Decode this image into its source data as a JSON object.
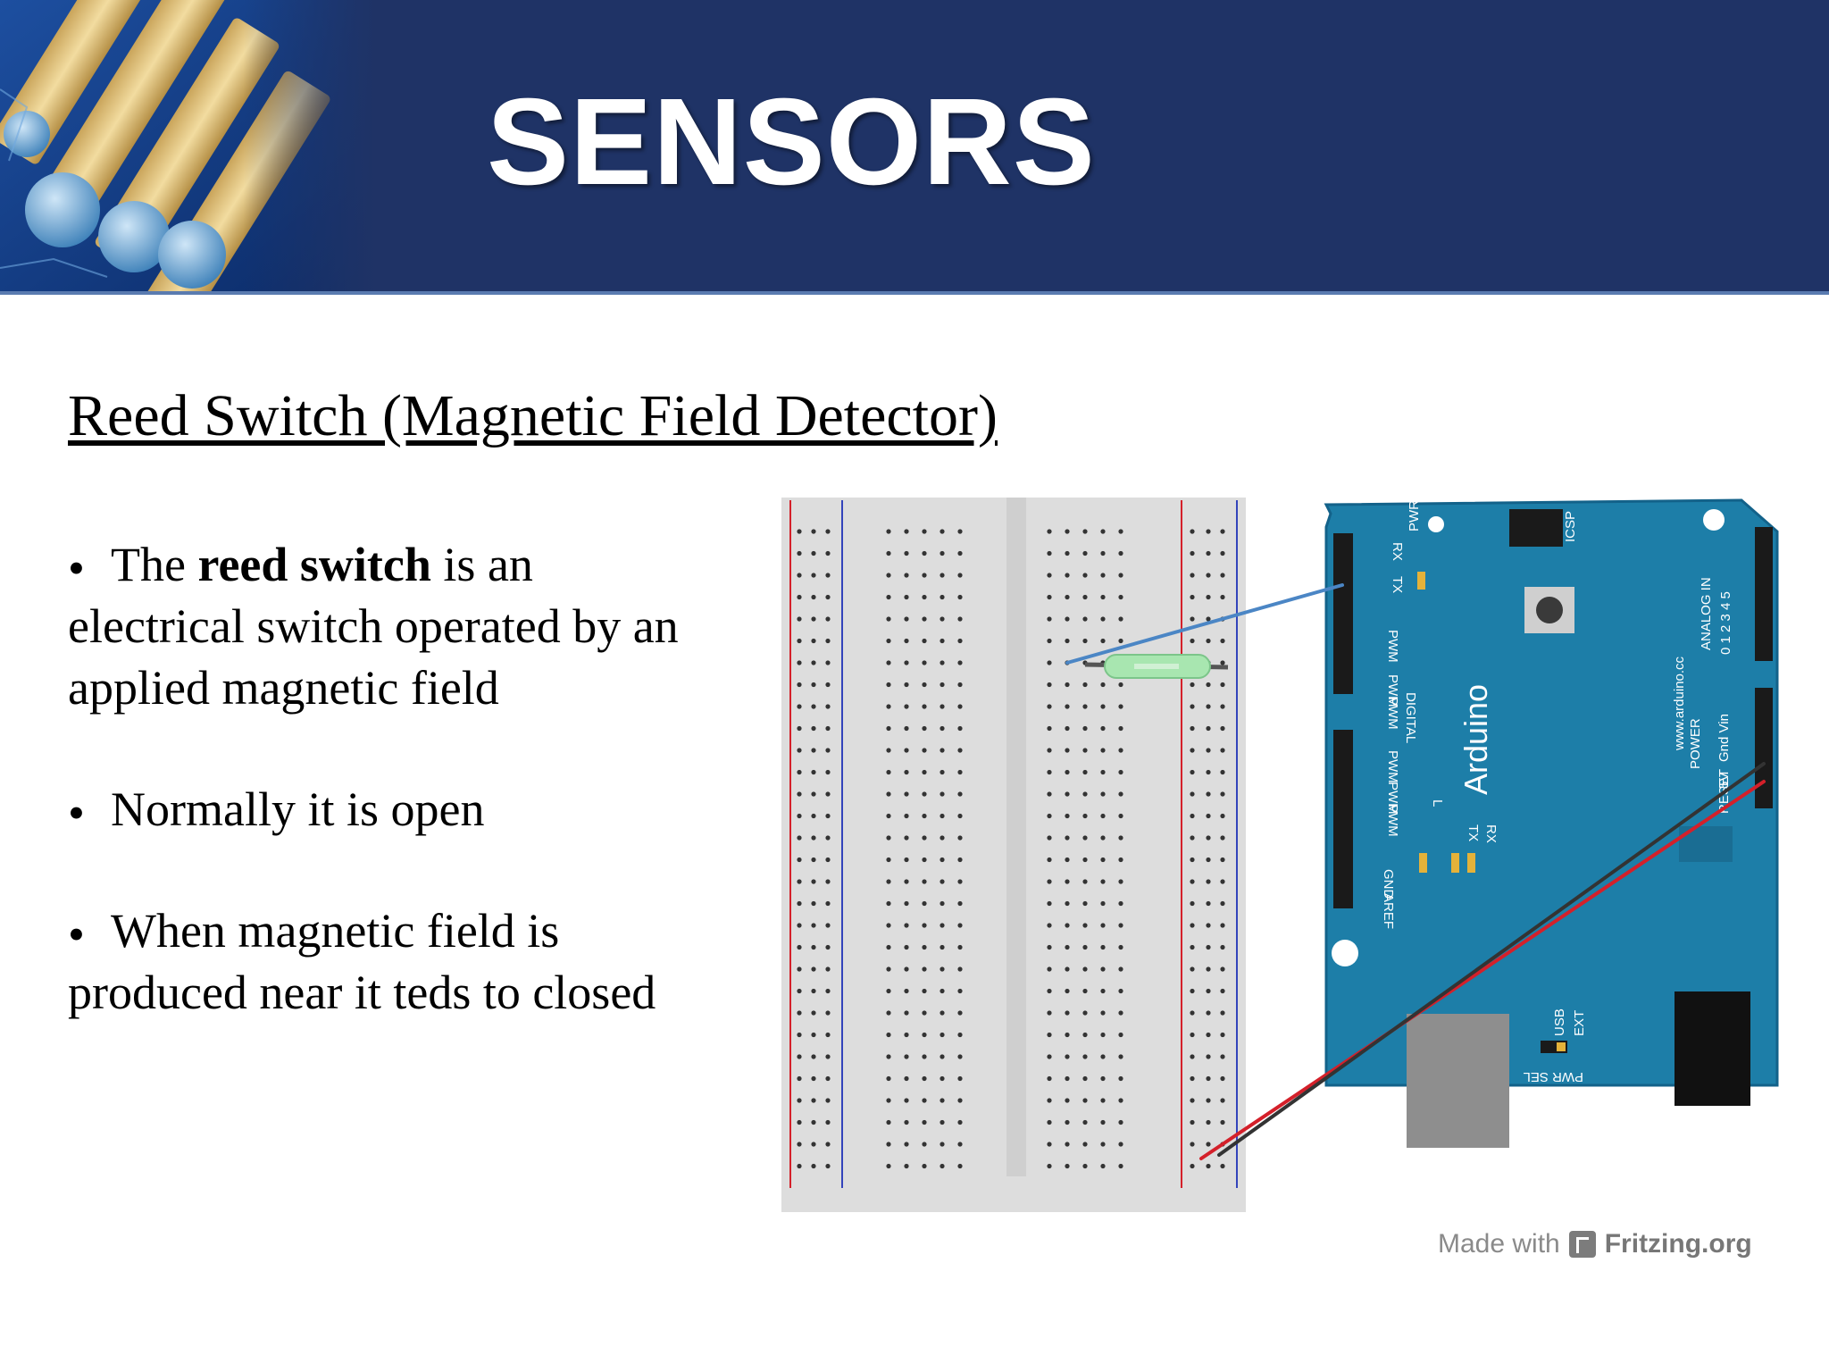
{
  "header": {
    "title": "SENSORS"
  },
  "content": {
    "subtitle": "Reed Switch (Magnetic Field Detector)",
    "bullets": [
      {
        "prefix": "The ",
        "bold": "reed switch",
        "suffix": " is",
        "rest": "an electrical switch operated by an applied magnetic field"
      },
      {
        "prefix": "Normally it is open",
        "bold": "",
        "suffix": "",
        "rest": ""
      },
      {
        "prefix": "When magnetic field is",
        "bold": "",
        "suffix": "",
        "rest": "produced near it teds to closed"
      }
    ]
  },
  "diagram": {
    "board_name": "Arduino",
    "board_url": "www.arduino.cc",
    "labels": {
      "rx": "RX",
      "tx": "TX",
      "pwr": "PWR",
      "icsp": "ICSP",
      "digital": "DIGITAL",
      "pwm": "PWM",
      "analog_in": "ANALOG IN",
      "power": "POWER",
      "reset": "RESET",
      "aref": "AREF",
      "gnd": "GND",
      "usb": "USB",
      "ext": "EXT",
      "pwr_sel": "PWR SEL",
      "l": "L",
      "gnd_vin": "Gnd Vin",
      "five_v": "5V",
      "analog_numbers": "0 1 2 3 4 5"
    },
    "colors": {
      "board": "#1d7ea8",
      "breadboard": "#dcdcdc",
      "signal_wire": "#4b86c5",
      "power_wire": "#d4202a",
      "ground_wire": "#333333",
      "reed_switch": "#a8e6b0"
    }
  },
  "credit": {
    "made_with": "Made with",
    "brand": "Fritzing.org"
  }
}
